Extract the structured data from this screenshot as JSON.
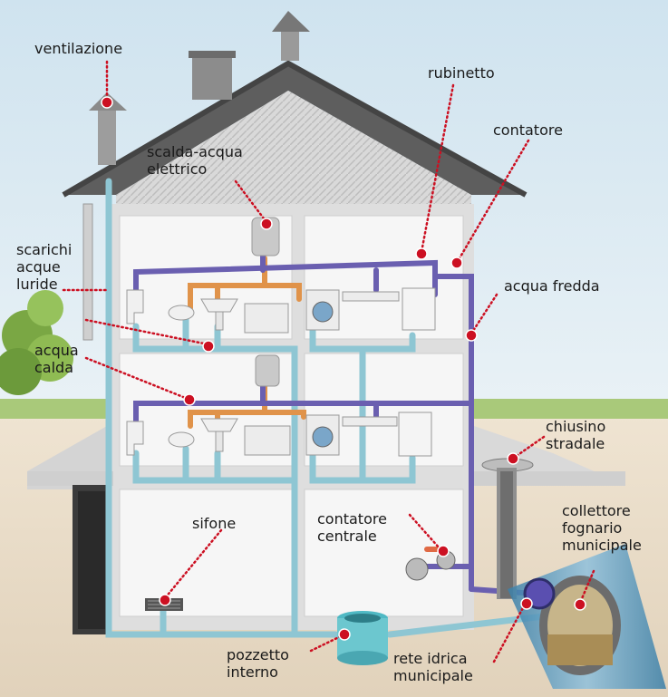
{
  "labels": {
    "ventilazione": "ventilazione",
    "rubinetto": "rubinetto",
    "contatore": "contatore",
    "scalda_acqua": [
      "scalda-acqua",
      "elettrico"
    ],
    "scarichi": [
      "scarichi",
      "acque",
      "luride"
    ],
    "acqua_fredda": "acqua fredda",
    "acqua_calda": [
      "acqua",
      "calda"
    ],
    "chiusino": [
      "chiusino",
      "stradale"
    ],
    "sifone": "sifone",
    "contatore_centrale": [
      "contatore",
      "centrale"
    ],
    "collettore": [
      "collettore",
      "fognario",
      "municipale"
    ],
    "pozzetto": [
      "pozzetto",
      "interno"
    ],
    "rete_idrica": [
      "rete idrica",
      "municipale"
    ]
  },
  "colors": {
    "sky": "#dbe9f2",
    "ground": "#e8dcc8",
    "wall": "#e7e7e7",
    "roof": "#6b6b6b",
    "cold_pipe": "#6a5fb0",
    "hot_pipe": "#e0934a",
    "drain_pipe": "#8ec6d3",
    "marker": "#cc1022",
    "label_dots": "#c23040"
  }
}
